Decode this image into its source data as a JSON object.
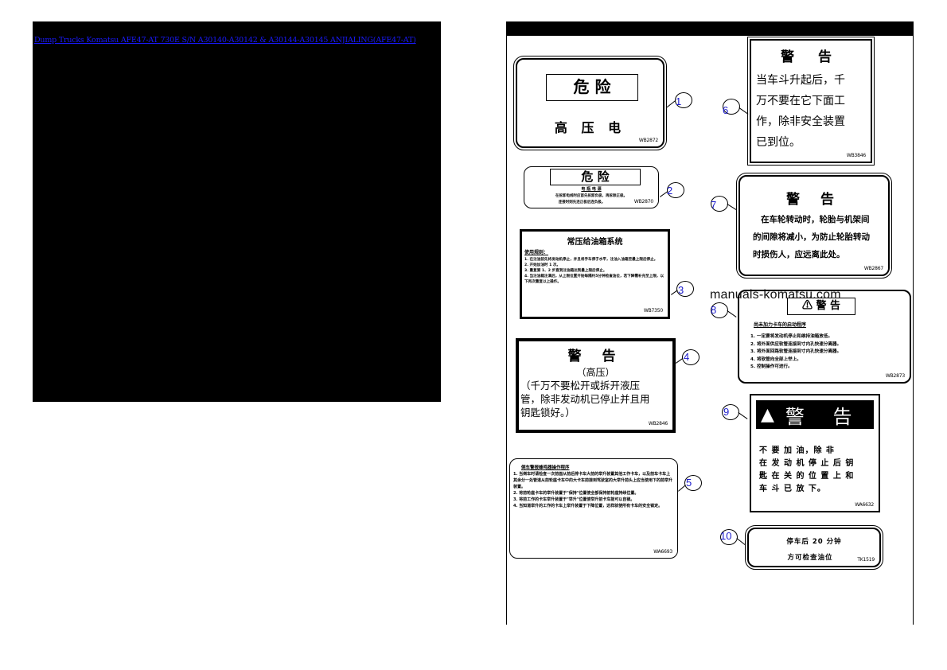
{
  "left_panel": {
    "link_text": "Dump Trucks Komatsu AFE47-AT 730E  S/N A30140-A30142 & A30144-A30145 ANJIALING(AFE47-AT)",
    "link_color": "#1a1aff",
    "background": "#000000"
  },
  "watermark": "manuals-komatsu.com",
  "callouts": [
    "1",
    "2",
    "3",
    "4",
    "5",
    "6",
    "7",
    "8",
    "9",
    "10"
  ],
  "signs": [
    {
      "id": 1,
      "header": "危  险",
      "body": "高 压 电",
      "code": "WB2872"
    },
    {
      "id": 2,
      "header": "危      险",
      "subtitle": "电 瓶 电 源",
      "body": [
        "在拆卸电线时应首先拆卸负极，再拆除正极。",
        "连接时则先连正极后连负极。"
      ],
      "code": "WB2870"
    },
    {
      "id": 3,
      "header": "常压给油箱系统",
      "subtitle": "使用规则：",
      "body": [
        "1. 在注油前先将发动机停止，并且将手车停于水平，注油入油箱至最上限后停止。",
        "2. 开始加油时 1 次。",
        "3. 重复第 1、2 步直到注油箱达到最上限后停止。",
        "4. 当注油箱注满后，从上限位置开始每隔约5分钟检查油位，若下降需补充至上限，以下再次重复以上操作。"
      ],
      "code": "WB7350"
    },
    {
      "id": 4,
      "header": "警  告",
      "subtitle": "（高压）",
      "body": [
        "（千万不要松开或拆开液压",
        "管，除非发动机已停止并且用",
        "钥匙锁好。）"
      ],
      "code": "WB2846"
    },
    {
      "id": 5,
      "header": "倒车警报蜂鸣器操作程序",
      "body": [
        "1. 当倒车时请检查一次前面从前后排卡车大前的举升装置其他工作卡车，以及前车卡车上其余分一处管道从前轮座卡车中的大卡车前接到驾驶室的大举升前头上应当使用下的前举升装置。",
        "2. 将前轮座卡车的举升装置于\"保持\"位置使全部保持前轮座持续位置。",
        "3. 将前工作的卡车举升装置于\"举升\"位置使举升前卡车能可以自锁。",
        "4. 当知道举升的工作的卡车上举升装置于下降位置，这样就使所有卡车的安全锁定。"
      ],
      "code": "WA6693"
    },
    {
      "id": 6,
      "header": "警  告",
      "body": [
        "当车斗升起后，千",
        "万不要在它下面工",
        "作，除非安全装置",
        "已到位。"
      ],
      "code": "WB3846"
    },
    {
      "id": 7,
      "header": "警  告",
      "body": [
        "在车轮转动时，轮胎与机架间",
        "的间隙将减小，为防止轮胎转动",
        "时损伤人，应远离此处。"
      ],
      "code": "WB2867"
    },
    {
      "id": 8,
      "header": "警 告",
      "subtitle": "尚未加力卡车的启动程序",
      "body": [
        "1. 一定要将发动机停止和维持油箱放低。",
        "2. 将外面供应软管连接到寸内孔快速分离器。",
        "3. 将外面回路软管连接到寸内孔快速分离器。",
        "4. 将软管向全部上举上。",
        "5. 控制操作可进行。"
      ],
      "code": "WB2873"
    },
    {
      "id": 9,
      "header": "警  告",
      "body": [
        "不 要 加 油，除 非",
        "在 发 动 机 停 止 后 钥",
        "匙 在 关 的 位 置 上 和",
        "车 斗 已 放 下。"
      ],
      "code": "WA6632"
    },
    {
      "id": 10,
      "body": [
        "停车后 20 分钟",
        "方可检查油位"
      ],
      "code": "TK1519"
    }
  ]
}
